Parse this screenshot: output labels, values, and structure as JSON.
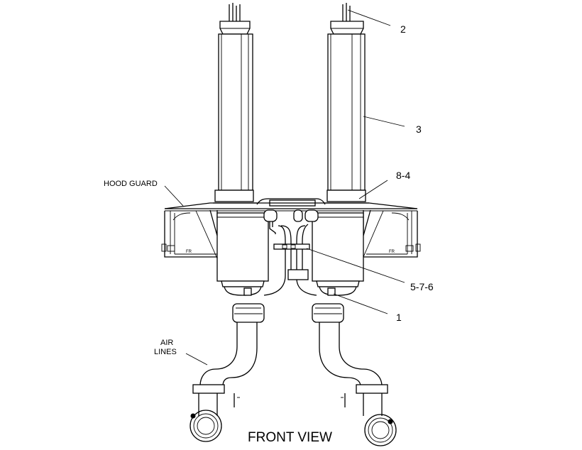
{
  "view_title": "FRONT VIEW",
  "callouts": {
    "item_2": "2",
    "item_3": "3",
    "item_8_4": "8-4",
    "item_5_7_6": "5-7-6",
    "item_1": "1",
    "hood_guard": "HOOD GUARD",
    "air_lines_1": "AIR",
    "air_lines_2": "LINES"
  },
  "colors": {
    "ink": "#000000",
    "paper": "#ffffff"
  }
}
